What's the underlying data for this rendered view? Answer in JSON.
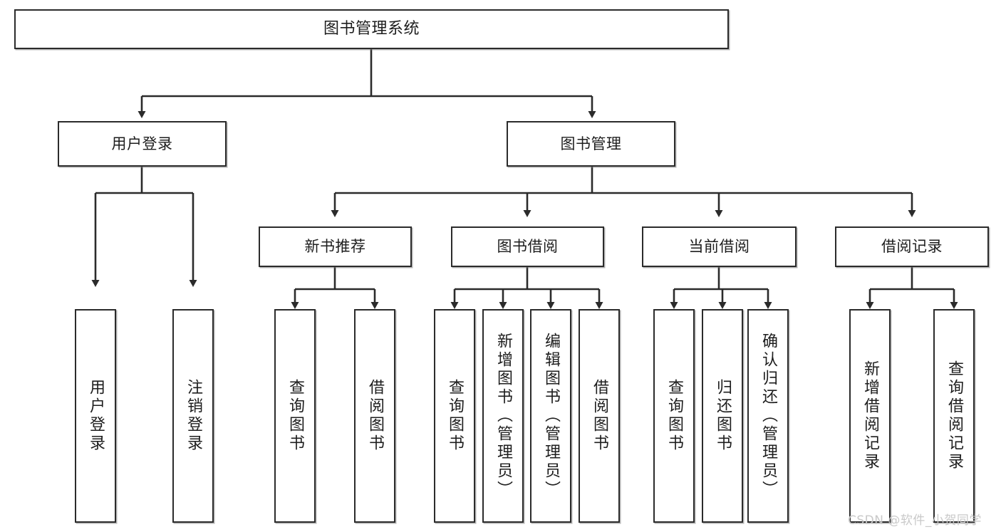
{
  "diagram": {
    "title": "图书管理系统",
    "type": "tree-hierarchy-chart",
    "watermark": "CSDN @软件_小贺同学",
    "colors": {
      "box_border": "#2b2b2b",
      "box_fill": "#ffffff",
      "connector": "#2b2b2b",
      "text": "#1d1d1d",
      "watermark": "#c9c9c9",
      "background": "#ffffff"
    },
    "nodes": {
      "root": {
        "label": "图书管理系统"
      },
      "level2": [
        {
          "label": "用户登录"
        },
        {
          "label": "图书管理"
        }
      ],
      "level3": [
        {
          "label": "新书推荐"
        },
        {
          "label": "图书借阅"
        },
        {
          "label": "当前借阅"
        },
        {
          "label": "借阅记录"
        }
      ],
      "leaves_user_login": [
        {
          "label": "用户登录"
        },
        {
          "label": "注销登录"
        }
      ],
      "leaves_new_books": [
        {
          "label": "查询图书"
        },
        {
          "label": "借阅图书"
        }
      ],
      "leaves_book_borrow": [
        {
          "label": "查询图书"
        },
        {
          "label": "新增图书（管理员）"
        },
        {
          "label": "编辑图书（管理员）"
        },
        {
          "label": "借阅图书"
        }
      ],
      "leaves_current_borrow": [
        {
          "label": "查询图书"
        },
        {
          "label": "归还图书"
        },
        {
          "label": "确认归还（管理员）"
        }
      ],
      "leaves_borrow_records": [
        {
          "label": "新增借阅记录"
        },
        {
          "label": "查询借阅记录"
        }
      ]
    }
  }
}
